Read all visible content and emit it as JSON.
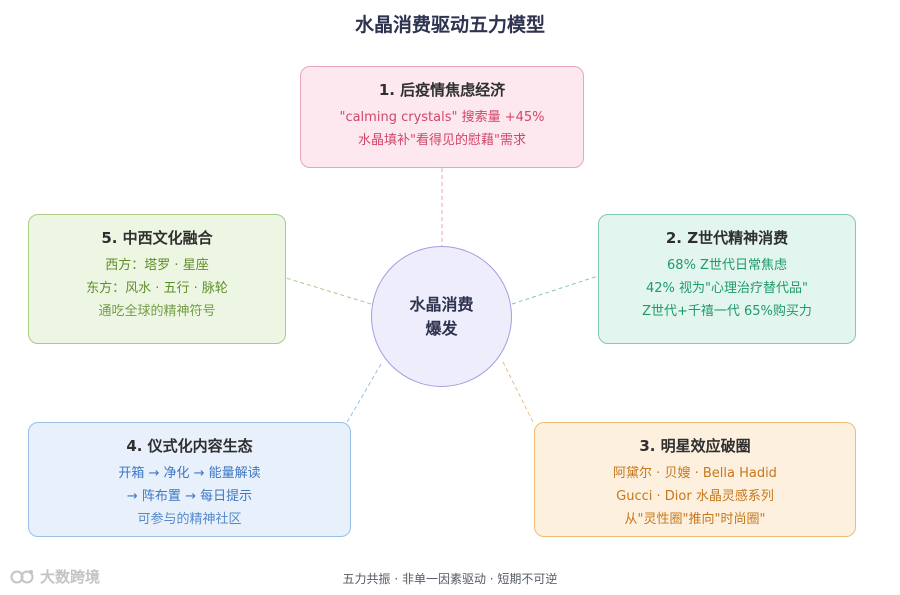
{
  "title": "水晶消费驱动五力模型",
  "center": {
    "line1": "水晶消费",
    "line2": "爆发"
  },
  "forces": [
    {
      "heading": "1. 后疫情焦虑经济",
      "lines": [
        "\"calming crystals\" 搜索量 +45%",
        "水晶填补\"看得见的慰藉\"需求"
      ],
      "color": "#d1476b"
    },
    {
      "heading": "2. Z世代精神消费",
      "lines": [
        "68% Z世代日常焦虑",
        "42% 视为\"心理治疗替代品\"",
        "Z世代+千禧一代 65%购买力"
      ],
      "color": "#1f9a69"
    },
    {
      "heading": "3. 明星效应破圈",
      "lines": [
        "阿黛尔 · 贝嫂 · Bella Hadid",
        "Gucci · Dior 水晶灵感系列",
        "从\"灵性圈\"推向\"时尚圈\""
      ],
      "color": "#c7771c"
    },
    {
      "heading": "4. 仪式化内容生态",
      "lines": [
        "开箱 → 净化 → 能量解读",
        "→ 阵布置 → 每日提示",
        "可参与的精神社区"
      ],
      "color": "#3d78c3"
    },
    {
      "heading": "5. 中西文化融合",
      "lines": [
        "西方：塔罗 · 星座",
        "东方：风水 · 五行 · 脉轮",
        "通吃全球的精神符号"
      ],
      "color": "#5f8f2b"
    }
  ],
  "footer": "五力共振 · 非单一因素驱动 · 短期不可逆",
  "watermark": "大数跨境"
}
